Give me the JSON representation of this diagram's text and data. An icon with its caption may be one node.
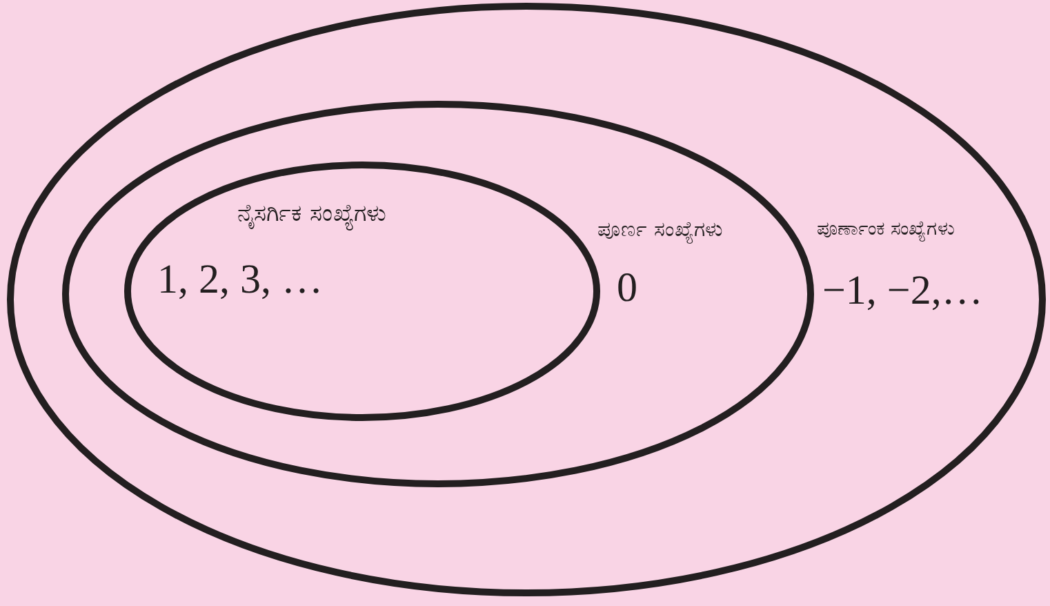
{
  "diagram": {
    "nodes": [
      {
        "text": [
          "ಪೂರ್ಣಾಂಕ ಸಂಖ್ಯೆಗಳು",
          "−1, −2,…"
        ]
      },
      {
        "text": [
          "ಪೂರ್ಣ ಸಂಖ್ಯೆಗಳು",
          "0"
        ],
        "in": 0
      },
      {
        "text": [
          "ನೈಸರ್ಗಿಕ ಸಂಖ್ಯೆಗಳು",
          "1, 2, 3, …"
        ],
        "in": 1
      }
    ]
  }
}
